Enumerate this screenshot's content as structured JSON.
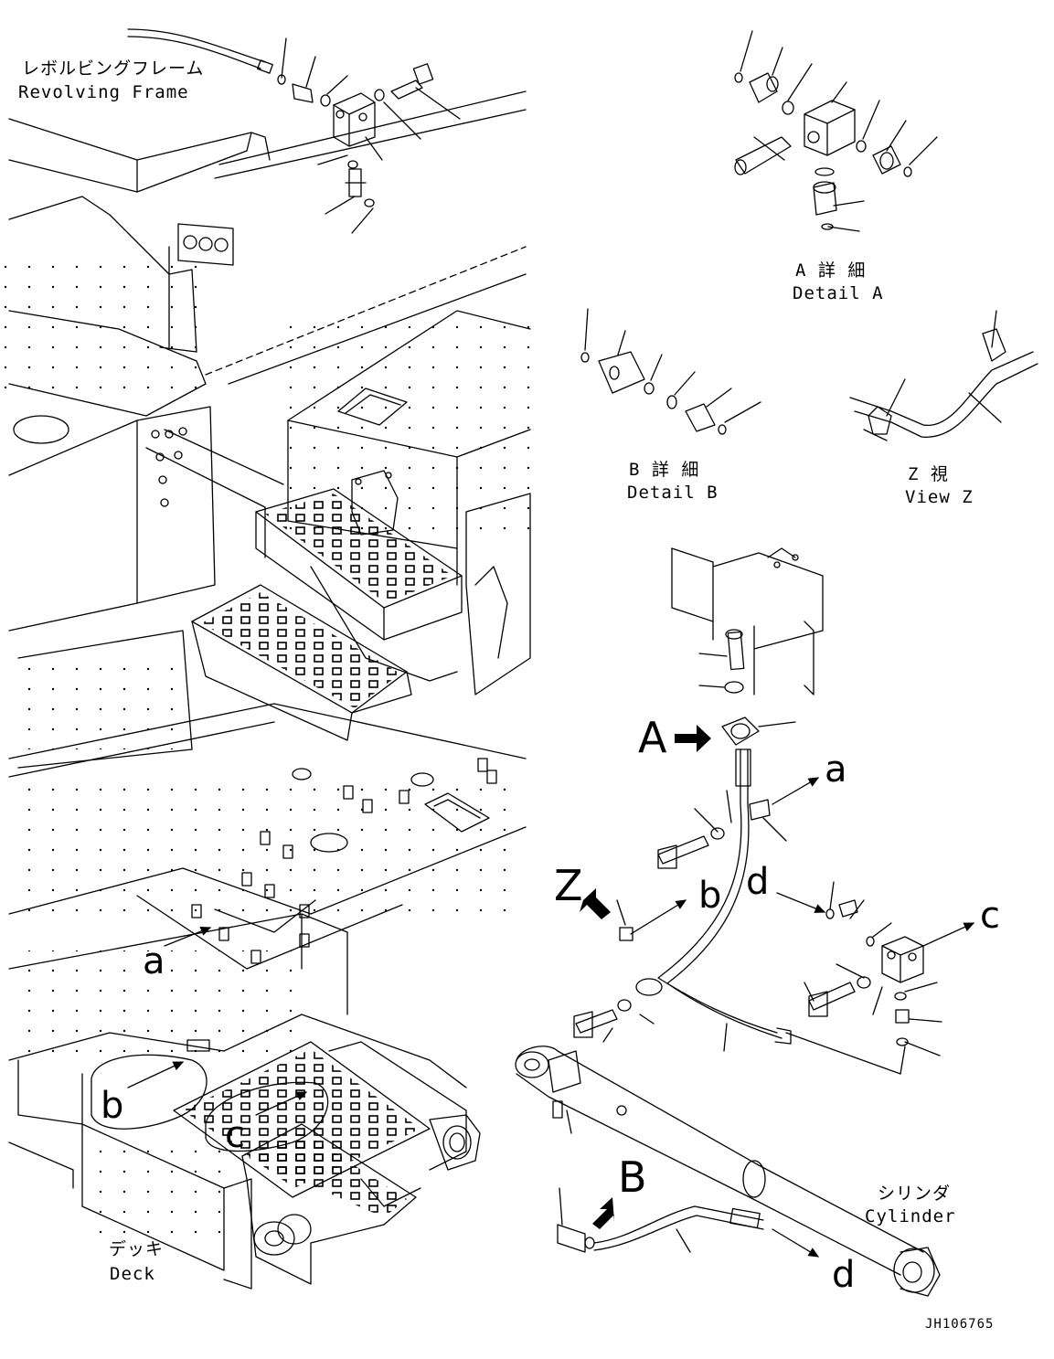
{
  "labels": {
    "revolving_frame_jp": "レボルビングフレーム",
    "revolving_frame_en": "Revolving Frame",
    "detail_a_jp": "A 詳 細",
    "detail_a_en": "Detail A",
    "detail_b_jp": "B 詳 細",
    "detail_b_en": "Detail B",
    "view_z_jp": "Z  視",
    "view_z_en": "View Z",
    "deck_jp": "デッキ",
    "deck_en": "Deck",
    "cylinder_jp": "シリンダ",
    "cylinder_en": "Cylinder"
  },
  "callouts": {
    "A": "A",
    "B": "B",
    "Z": "Z",
    "a_lower": "a",
    "a_upper": "a",
    "b_lower": "b",
    "b_upper": "b",
    "c_lower": "c",
    "c_upper": "c",
    "d_upper": "d",
    "d_lower": "d"
  },
  "drawing_number": "JH106765"
}
